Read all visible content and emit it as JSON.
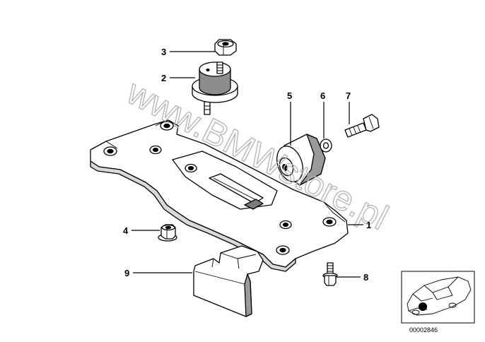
{
  "watermark": "www.BMWstore.pl",
  "callouts": [
    {
      "num": "1",
      "name": "transmission-crossmember"
    },
    {
      "num": "2",
      "name": "rubber-mount"
    },
    {
      "num": "3",
      "name": "hex-nut-top"
    },
    {
      "num": "4",
      "name": "hex-nut-flange"
    },
    {
      "num": "5",
      "name": "rubber-bushing"
    },
    {
      "num": "6",
      "name": "washer"
    },
    {
      "num": "7",
      "name": "hex-bolt"
    },
    {
      "num": "8",
      "name": "flange-bolt"
    },
    {
      "num": "9",
      "name": "insulator-pad"
    }
  ],
  "thumbnail": {
    "reference_number": "00002846"
  },
  "colors": {
    "line": "#000000",
    "fill": "#ffffff",
    "shade": "#9a9a9a",
    "watermark": "#b8b8b8"
  }
}
